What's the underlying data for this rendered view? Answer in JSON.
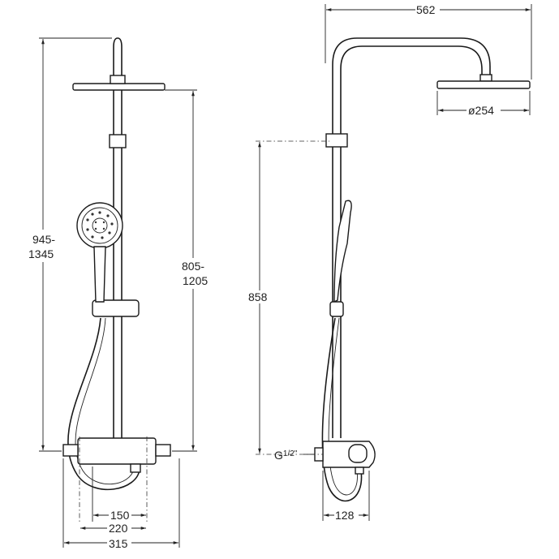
{
  "front_view": {
    "total_height_top": "945-",
    "total_height_bottom": "1345",
    "head_height_top": "805-",
    "head_height_bottom": "1205",
    "width_inner": "150",
    "width_mid": "220",
    "width_total": "315"
  },
  "side_view": {
    "arm_reach": "562",
    "head_diameter": "ø254",
    "outlet_height": "858",
    "inlet_thread": "G",
    "inlet_thread_fraction": "1/2\"",
    "mixer_depth": "128"
  }
}
